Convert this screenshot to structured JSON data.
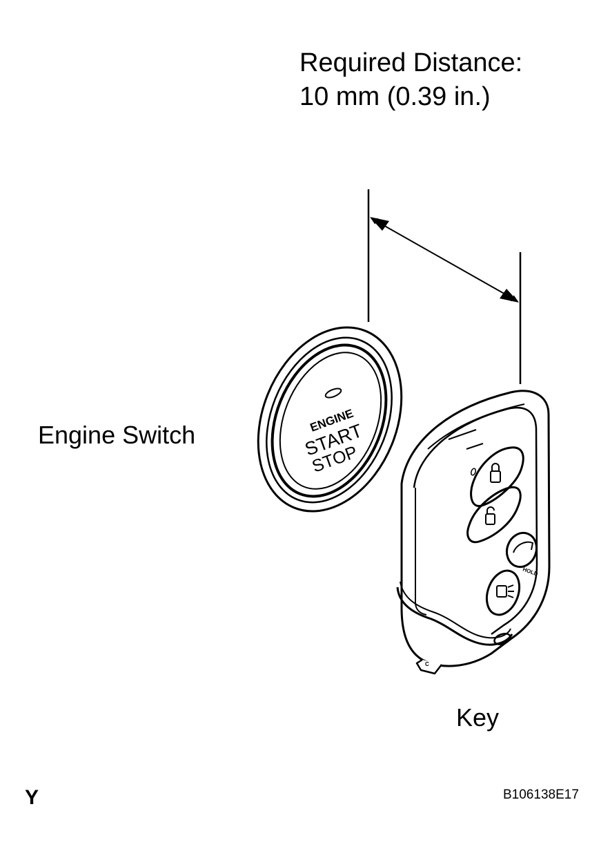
{
  "required_distance": {
    "line1": "Required Distance:",
    "line2": "10 mm (0.39 in.)"
  },
  "engine_switch": {
    "label": "Engine Switch",
    "button_text": [
      "ENGINE",
      "START",
      "STOP"
    ]
  },
  "key": {
    "label": "Key",
    "hold_text": "HOLD",
    "tab_text": "C"
  },
  "corner_mark": "Y",
  "figure_code": "B106138E17",
  "colors": {
    "ink": "#000000",
    "paper": "#ffffff"
  }
}
